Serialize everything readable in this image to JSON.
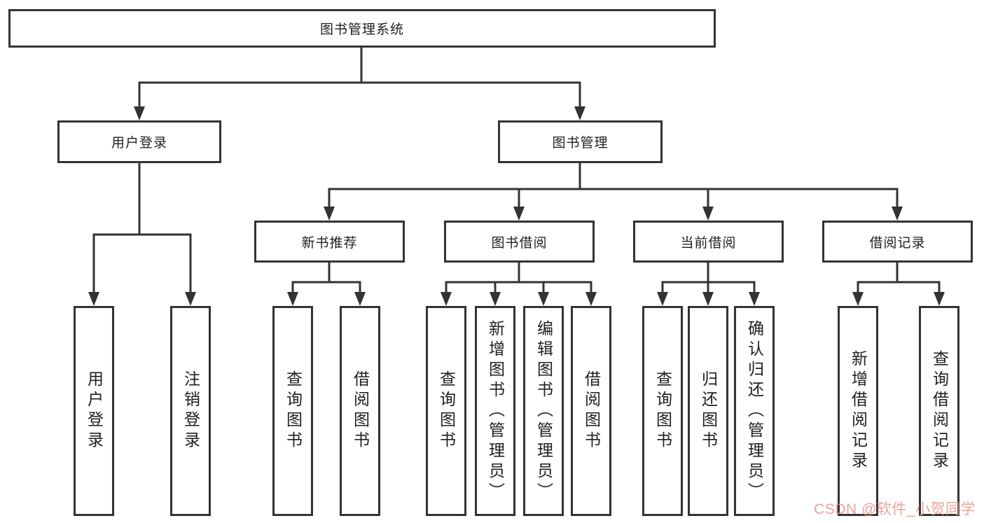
{
  "root": {
    "label": "图书管理系统"
  },
  "level2": {
    "login": {
      "label": "用户登录"
    },
    "manage": {
      "label": "图书管理"
    }
  },
  "level3": {
    "recommend": {
      "label": "新书推荐"
    },
    "borrow": {
      "label": "图书借阅"
    },
    "current": {
      "label": "当前借阅"
    },
    "records": {
      "label": "借阅记录"
    }
  },
  "leaves": {
    "login": [
      {
        "label": "用户登录"
      },
      {
        "label": "注销登录"
      }
    ],
    "recommend": [
      {
        "label": "查询图书"
      },
      {
        "label": "借阅图书"
      }
    ],
    "borrow": [
      {
        "label": "查询图书"
      },
      {
        "label": "新增图书（管理员）"
      },
      {
        "label": "编辑图书（管理员）"
      },
      {
        "label": "借阅图书"
      }
    ],
    "current": [
      {
        "label": "查询图书"
      },
      {
        "label": "归还图书"
      },
      {
        "label": "确认归还（管理员）"
      }
    ],
    "records": [
      {
        "label": "新增借阅记录"
      },
      {
        "label": "查询借阅记录"
      }
    ]
  },
  "watermark": {
    "text": "CSDN @软件_小贺同学"
  },
  "colors": {
    "line": "#333333",
    "text": "#1f1f1f",
    "background": "#ffffff",
    "watermark": "#e8928a"
  }
}
